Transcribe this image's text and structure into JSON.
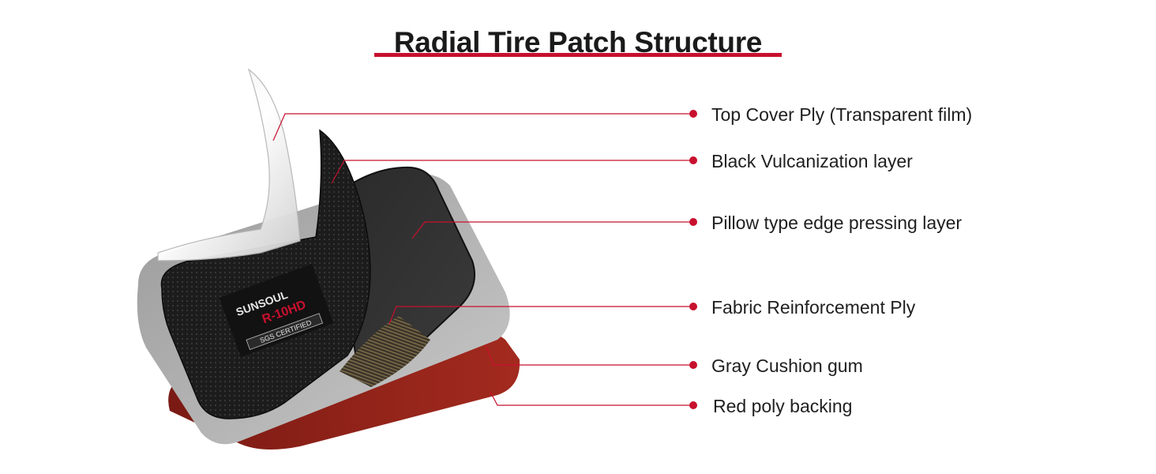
{
  "title": "Radial Tire Patch Structure",
  "colors": {
    "accent": "#c8102e",
    "leader": "#c8102e"
  },
  "patch": {
    "brand": "SUNSOUL",
    "model": "R-10HD",
    "certification": "SGS CERTIFIED"
  },
  "layers": [
    {
      "label": "Top Cover Ply (Transparent film)"
    },
    {
      "label": "Black Vulcanization layer"
    },
    {
      "label": "Pillow type edge pressing layer"
    },
    {
      "label": "Fabric Reinforcement Ply"
    },
    {
      "label": "Gray Cushion gum"
    },
    {
      "label": "Red poly backing"
    }
  ]
}
